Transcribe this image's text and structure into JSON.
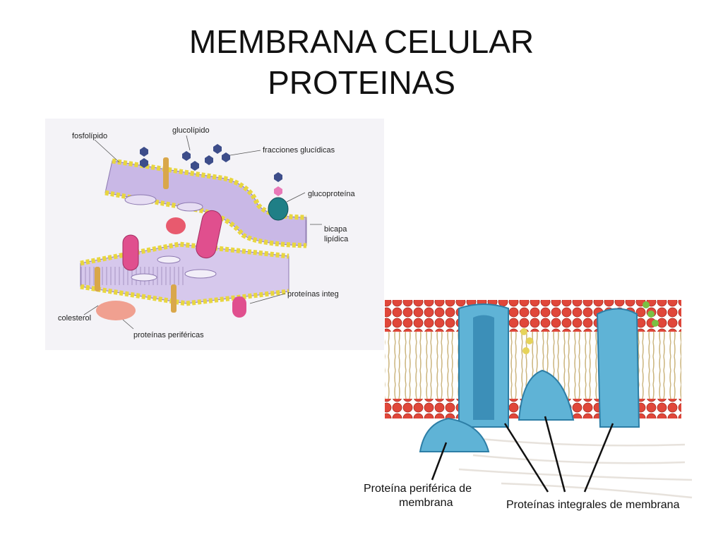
{
  "slide": {
    "title_line1": "MEMBRANA  CELULAR",
    "title_line2": "PROTEINAS"
  },
  "diagram1": {
    "labels": {
      "fosfolipido": "fosfolípido",
      "glucolipido": "glucolípido",
      "fracciones": "fracciones glucídicas",
      "glucoproteina": "glucoproteína",
      "bicapa_1": "bicapa",
      "bicapa_2": "lipídica",
      "integrales": "proteínas integ",
      "colesterol": "colesterol",
      "perifericas": "proteínas periféricas"
    },
    "colors": {
      "membrane": "#c9b8e6",
      "heads": "#e8d640",
      "cholesterol": "#d9a74a",
      "protein_pink": "#e04f8e",
      "protein_salmon": "#f0a090",
      "sugar": "#3d4d8a"
    }
  },
  "diagram2": {
    "labels": {
      "periferica_1": "Proteína periférica de",
      "periferica_2": "membrana",
      "integrales": "Proteínas integrales de membrana"
    },
    "colors": {
      "heads": "#e0473a",
      "tails": "#e8d8a8",
      "protein": "#5fb3d6",
      "protein_dark": "#3c8fb8",
      "sugar_green": "#7ac043",
      "sugar_yellow": "#e6d35a"
    }
  }
}
